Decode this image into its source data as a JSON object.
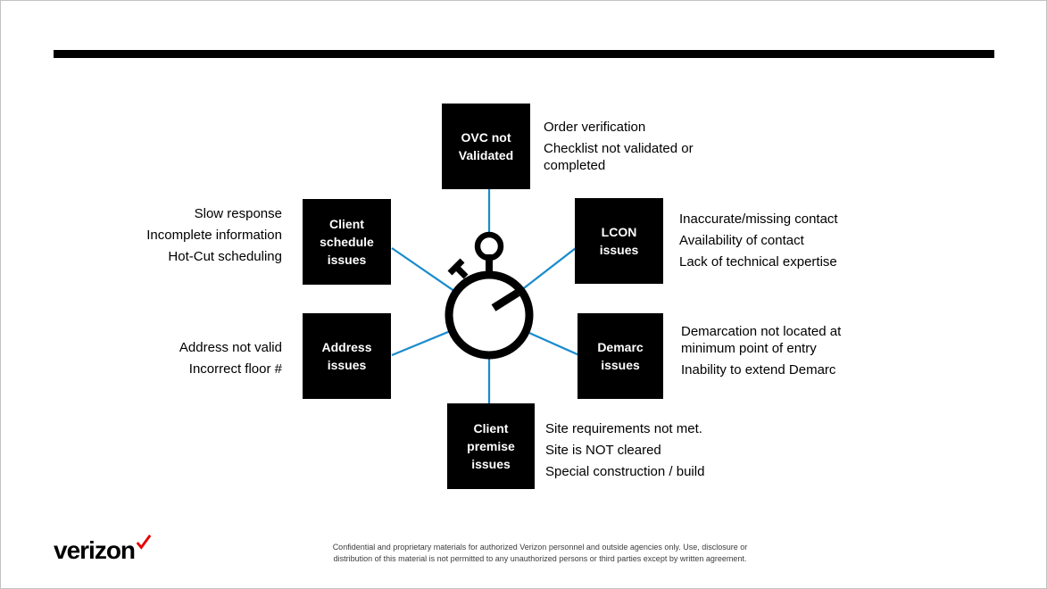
{
  "colors": {
    "spoke_blue": "#1b8ccd",
    "box_background": "#000000",
    "box_text": "#ffffff",
    "verizon_red": "#e60000",
    "bar_black": "#000000",
    "disclaimer_gray": "#3d3d3d",
    "slide_border_gray": "#c3c3c3"
  },
  "diagram": {
    "center_icon": "stopwatch-icon",
    "nodes": [
      {
        "id": "ovc-not-validated",
        "label_lines": [
          "OVC not",
          "Validated"
        ],
        "desc": [
          "Order verification",
          "Checklist not validated or completed"
        ]
      },
      {
        "id": "client-schedule-issues",
        "label_lines": [
          "Client",
          "schedule",
          "issues"
        ],
        "desc": [
          "Slow response",
          "Incomplete information",
          "Hot-Cut scheduling"
        ]
      },
      {
        "id": "lcon-issues",
        "label_lines": [
          "LCON",
          "issues"
        ],
        "desc": [
          "Inaccurate/missing contact",
          "Availability of contact",
          "Lack of technical expertise"
        ]
      },
      {
        "id": "address-issues",
        "label_lines": [
          "Address",
          "issues"
        ],
        "desc": [
          "Address not valid",
          "Incorrect floor #"
        ]
      },
      {
        "id": "demarc-issues",
        "label_lines": [
          "Demarc",
          "issues"
        ],
        "desc": [
          "Demarcation not located at minimum point of entry",
          "Inability to extend Demarc"
        ]
      },
      {
        "id": "client-premise-issues",
        "label_lines": [
          "Client",
          "premise",
          "issues"
        ],
        "desc": [
          "Site requirements not met.",
          "Site is NOT cleared",
          "Special construction / build"
        ]
      }
    ]
  },
  "footer": {
    "logo_text": "verizon",
    "disclaimer": "Confidential and proprietary materials for authorized Verizon personnel and outside agencies only. Use, disclosure or distribution of this material is not permitted to any unauthorized persons or third parties except by written agreement."
  }
}
